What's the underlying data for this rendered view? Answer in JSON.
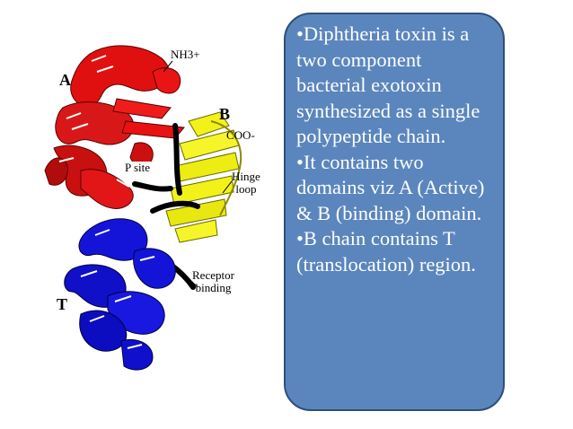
{
  "figure": {
    "labels": {
      "domain_a": "A",
      "domain_b": "B",
      "domain_t": "T",
      "n_terminus": "NH3+",
      "c_terminus": "COO-",
      "p_site": "P site",
      "hinge_loop": "Hinge\nloop",
      "receptor_binding": "Receptor\nbinding"
    },
    "colors": {
      "domain_a": "#e01010",
      "domain_b": "#f2f21a",
      "domain_t": "#1414d8",
      "loop": "#000000"
    }
  },
  "textbox": {
    "bullets": [
      "•Diphtheria toxin is a two component bacterial exotoxin synthesized as a single polypeptide chain.",
      "•It contains two domains viz A (Active) & B (binding) domain.",
      "•B chain contains T (translocation) region."
    ],
    "colors": {
      "fill": "#5b86bd",
      "border": "#2e4f7a",
      "text": "#ffffff"
    }
  }
}
